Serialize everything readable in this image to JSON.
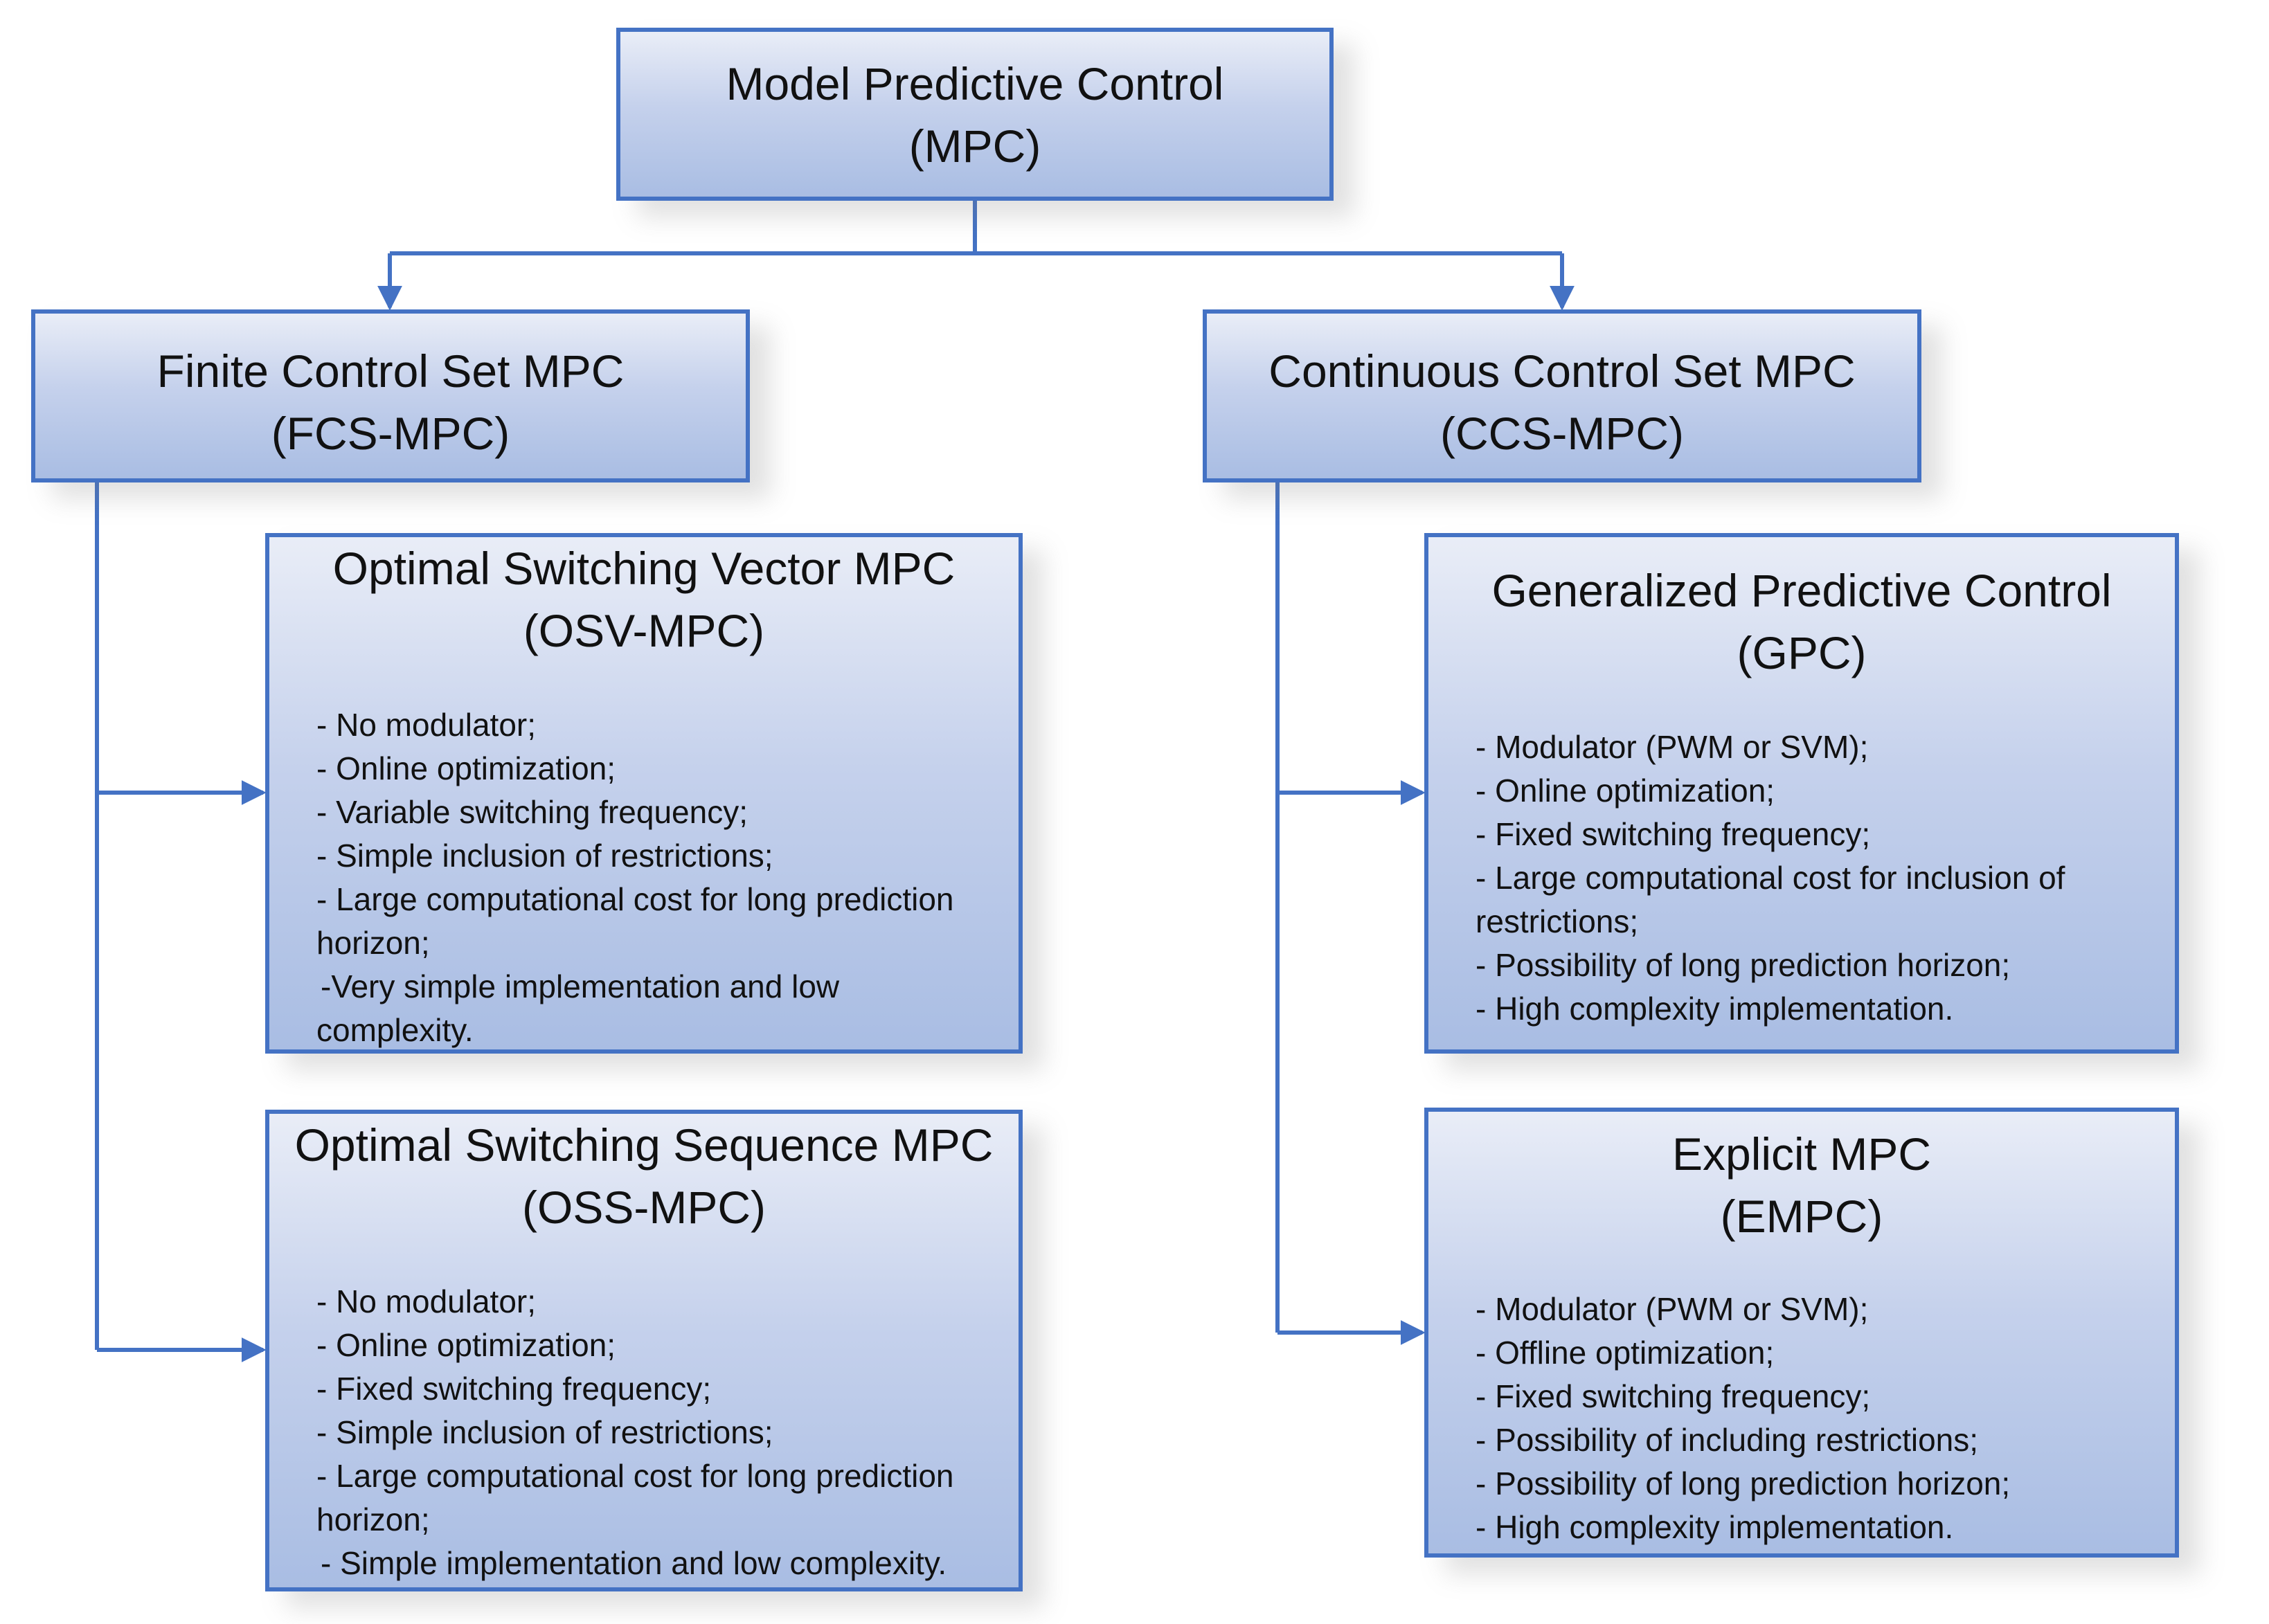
{
  "colors": {
    "accent": "#4472c4",
    "box_fill_top": "#e9edf7",
    "box_fill_bottom": "#a9bde3"
  },
  "root": {
    "line1": "Model Predictive Control",
    "line2": "(MPC)"
  },
  "fcs": {
    "line1": "Finite Control Set MPC",
    "line2": "(FCS-MPC)"
  },
  "ccs": {
    "line1": "Continuous Control Set MPC",
    "line2": "(CCS-MPC)"
  },
  "osv": {
    "line1": "Optimal Switching Vector MPC",
    "line2": "(OSV-MPC)",
    "items": [
      "- No modulator;",
      "- Online optimization;",
      "- Variable switching frequency;",
      "- Simple inclusion of restrictions;",
      "- Large computational cost for long prediction",
      "horizon;",
      "-Very simple implementation and low",
      "complexity."
    ]
  },
  "oss": {
    "line1": "Optimal Switching Sequence MPC",
    "line2": "(OSS-MPC)",
    "items": [
      "- No modulator;",
      "- Online optimization;",
      "- Fixed switching frequency;",
      "- Simple inclusion of restrictions;",
      "- Large computational cost for long prediction",
      "horizon;",
      "- Simple implementation and low complexity."
    ]
  },
  "gpc": {
    "line1": "Generalized Predictive Control",
    "line2": "(GPC)",
    "items": [
      "- Modulator (PWM or SVM);",
      "- Online optimization;",
      "- Fixed switching frequency;",
      "- Large computational cost for inclusion of",
      "restrictions;",
      "- Possibility of long prediction horizon;",
      "- High complexity implementation."
    ]
  },
  "empc": {
    "line1": "Explicit MPC",
    "line2": "(EMPC)",
    "items": [
      "- Modulator (PWM or SVM);",
      "- Offline optimization;",
      "- Fixed switching frequency;",
      "- Possibility of including restrictions;",
      "- Possibility of long prediction horizon;",
      "- High complexity implementation."
    ]
  }
}
